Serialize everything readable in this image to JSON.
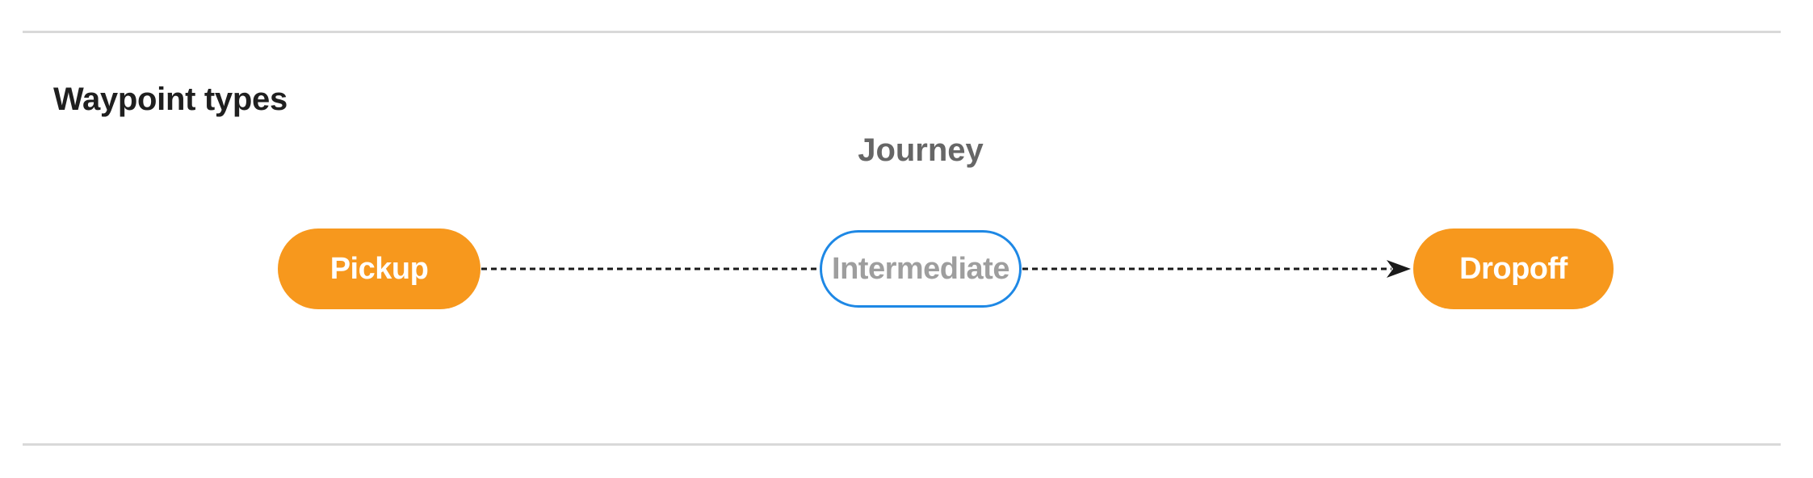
{
  "section": {
    "title": "Waypoint types"
  },
  "diagram": {
    "group_label": "Journey",
    "nodes": [
      {
        "id": "pickup",
        "label": "Pickup",
        "kind": "terminal"
      },
      {
        "id": "intermediate",
        "label": "Intermediate",
        "kind": "intermediate"
      },
      {
        "id": "dropoff",
        "label": "Dropoff",
        "kind": "terminal"
      }
    ],
    "connectors": [
      {
        "from": "Pickup",
        "to": "Intermediate",
        "style": "dashed",
        "arrowhead": false
      },
      {
        "from": "Intermediate",
        "to": "Dropoff",
        "style": "dashed",
        "arrowhead": true
      }
    ]
  },
  "colors": {
    "terminal_node_fill": "#F7981D",
    "terminal_node_text": "#FFFFFF",
    "intermediate_node_border": "#1E88E5",
    "intermediate_node_text": "#9E9E9E",
    "group_label_text": "#666666",
    "heading_text": "#1F1F1F",
    "connector_stroke": "#1A1A1A",
    "divider": "#D9D9D9",
    "background": "#FFFFFF"
  }
}
